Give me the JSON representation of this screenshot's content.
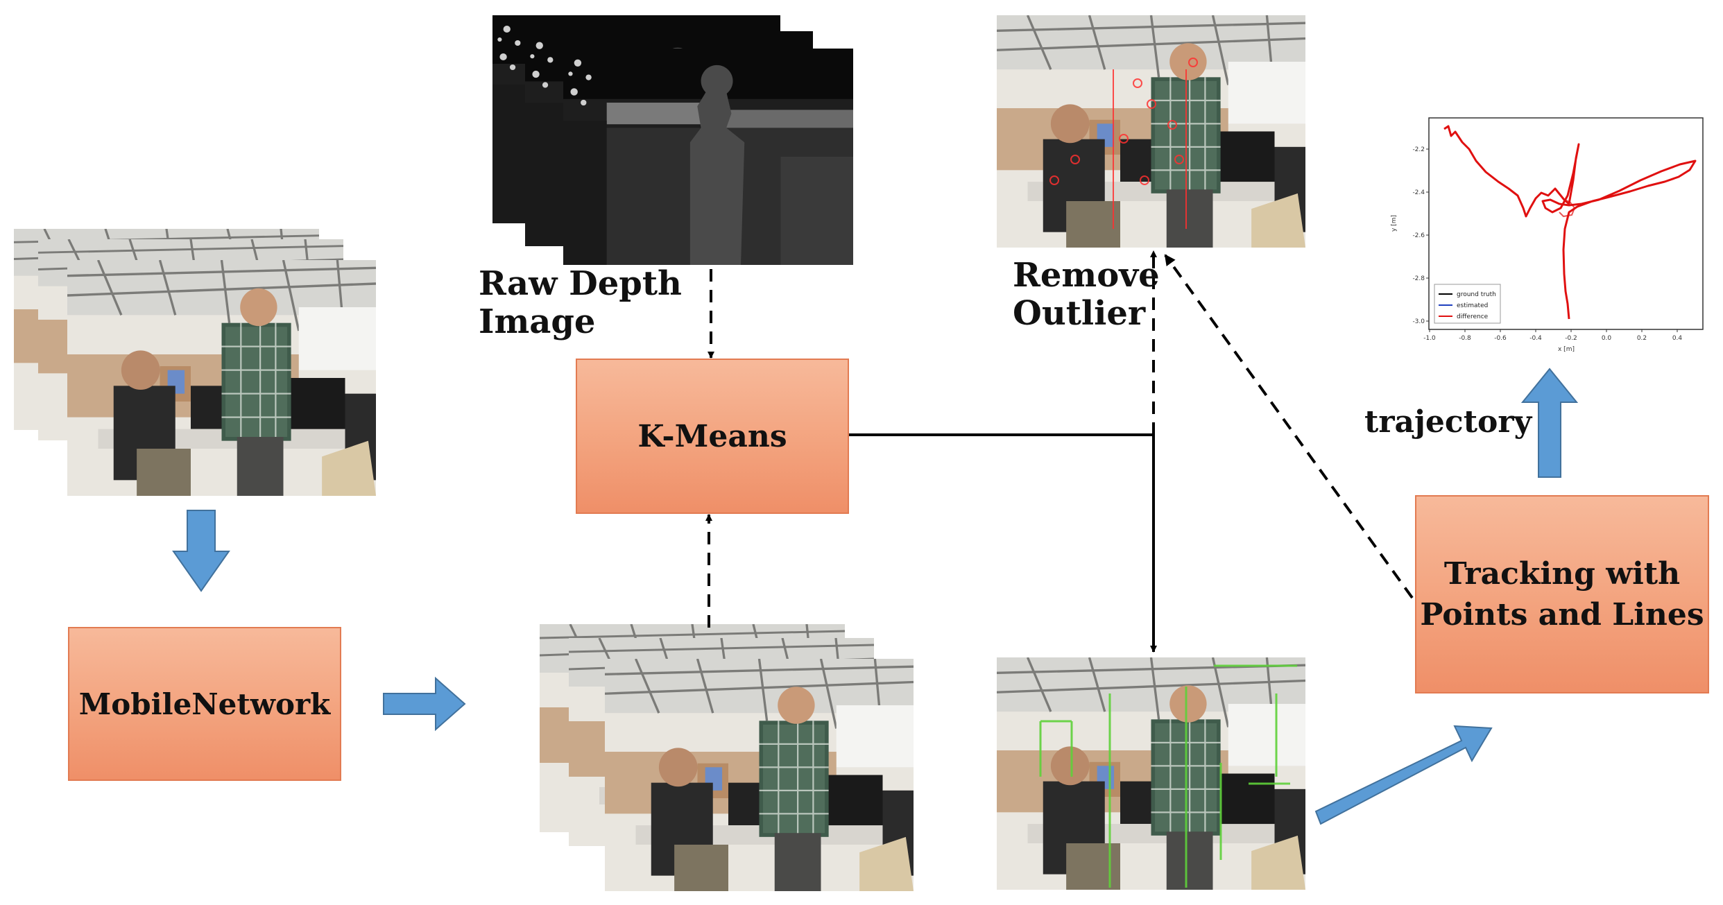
{
  "boxes": {
    "mobile_network": "MobileNetwork",
    "kmeans": "K-Means",
    "tracking_line1": "Tracking with",
    "tracking_line2": "Points and Lines"
  },
  "labels": {
    "raw_depth_line1": "Raw Depth",
    "raw_depth_line2": "Image",
    "remove_line1": "Remove",
    "remove_line2": "Outlier",
    "trajectory": "trajectory"
  },
  "plot": {
    "y_axis_label": "y [m]",
    "x_axis_label": "x [m]",
    "y_ticks": [
      "-2.2",
      "-2.4",
      "-2.6",
      "-2.8",
      "-3.0"
    ],
    "x_ticks": [
      "-1.0",
      "-0.8",
      "-0.6",
      "-0.4",
      "-0.2",
      "0.0",
      "0.2",
      "0.4"
    ],
    "legend": [
      {
        "label": "ground truth",
        "color": "#000000"
      },
      {
        "label": "estimated",
        "color": "#1f3fbf"
      },
      {
        "label": "difference",
        "color": "#e01010"
      }
    ]
  },
  "colors": {
    "box_fill": "#f3a37e",
    "box_border": "#e27b52",
    "flow_arrow": "#5b9bd5",
    "trajectory": "#e01010"
  }
}
